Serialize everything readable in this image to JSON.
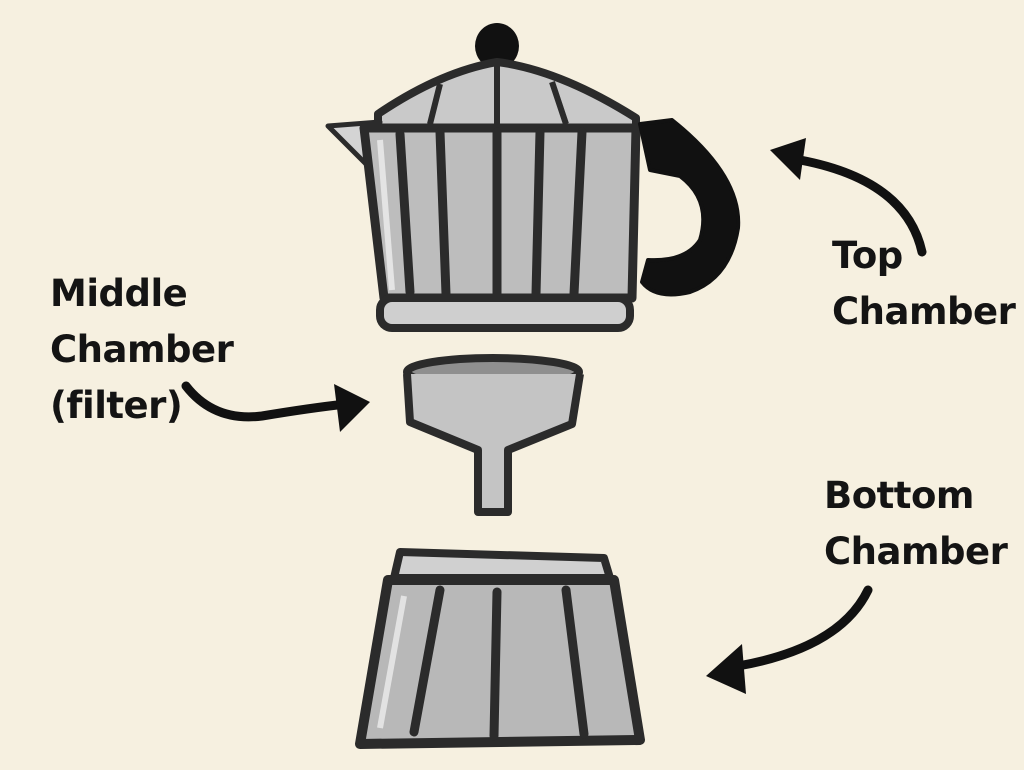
{
  "labels": {
    "top": {
      "line1": "Top",
      "line2": "Chamber"
    },
    "middle": {
      "line1": "Middle",
      "line2": "Chamber",
      "line3": "(filter)"
    },
    "bottom": {
      "line1": "Bottom",
      "line2": "Chamber"
    }
  },
  "colors": {
    "background": "#f6f0e0",
    "outline": "#2b2b2b",
    "metal": "#bdbdbd",
    "metal_light": "#d6d6d6",
    "handle": "#111111",
    "text": "#141414"
  }
}
